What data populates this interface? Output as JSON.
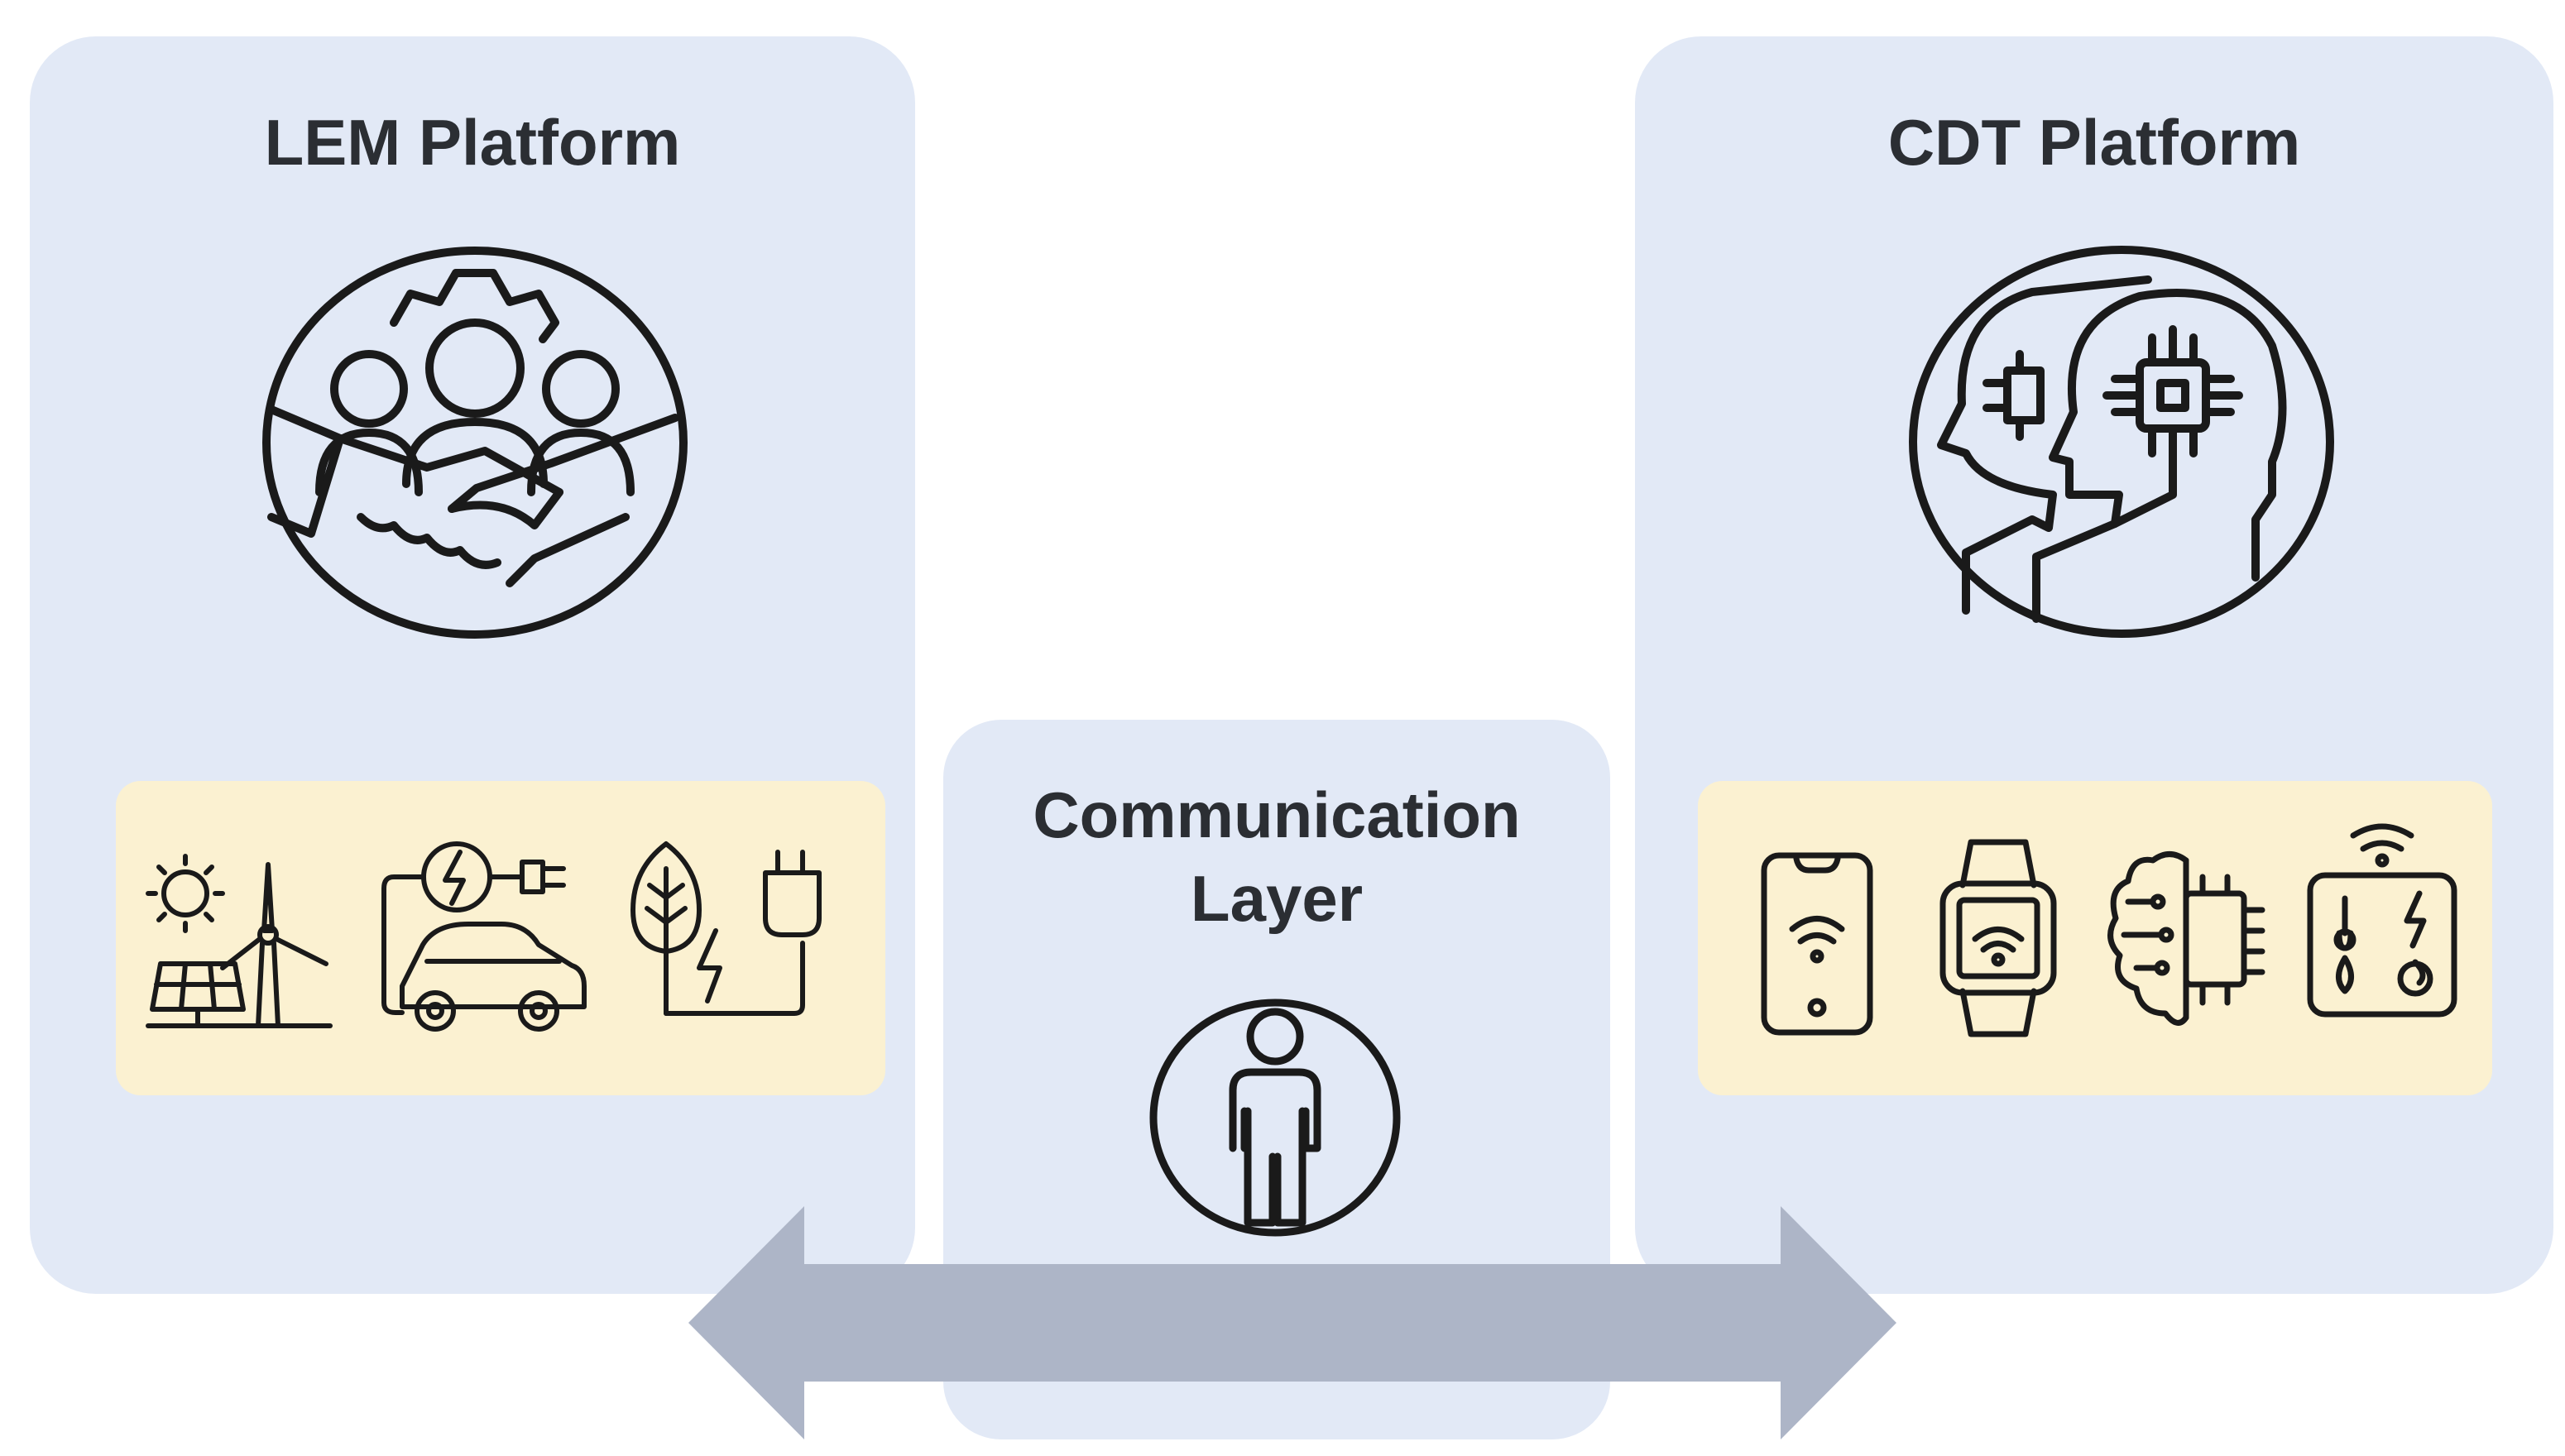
{
  "lem": {
    "title": "LEM Platform"
  },
  "cdt": {
    "title": "CDT Platform"
  },
  "comm": {
    "title_line1": "Communication",
    "title_line2": "Layer"
  },
  "icons": {
    "lem_main": "handshake-people-gear-icon",
    "lem_strip": [
      "sun-wind-solar-icon",
      "electric-car-charging-icon",
      "green-energy-plug-icon"
    ],
    "cdt_main": "digital-twin-heads-chip-icon",
    "cdt_strip": [
      "smartphone-wifi-icon",
      "smartwatch-wifi-icon",
      "brain-circuit-icon",
      "smart-sensor-panel-icon"
    ],
    "comm_main": "person-icon",
    "connector": "double-arrow-icon"
  },
  "colors": {
    "panel": "#e2e9f6",
    "strip": "#fbf1d1",
    "arrow": "#adb5c7",
    "ink": "#1a1a1a"
  }
}
